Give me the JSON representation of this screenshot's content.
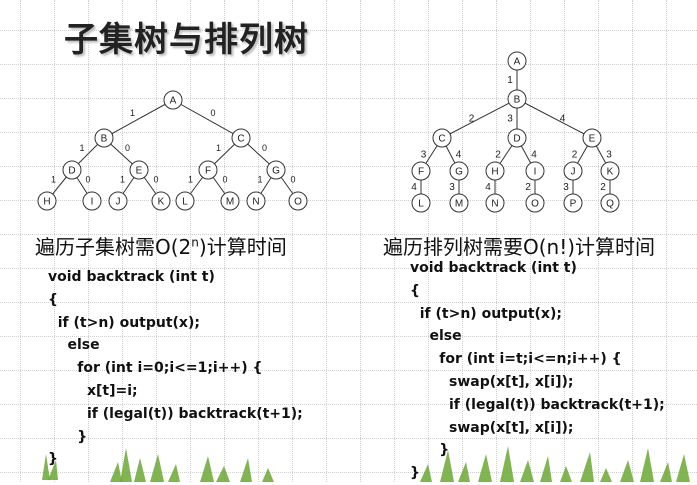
{
  "title": "子集树与排列树",
  "subset": {
    "caption_prefix": "遍历子集树需O(2",
    "caption_sup": "n",
    "caption_suffix": ")计算时间",
    "code": [
      "void backtrack (int t)",
      "{",
      "  if (t>n) output(x);",
      "    else",
      "      for (int i=0;i<=1;i++) {",
      "        x[t]=i;",
      "        if (legal(t)) backtrack(t+1);",
      "      }",
      "}"
    ],
    "tree": {
      "nodes": [
        "A",
        "B",
        "C",
        "D",
        "E",
        "F",
        "G",
        "H",
        "I",
        "J",
        "K",
        "L",
        "M",
        "N",
        "O"
      ],
      "edge_labels": [
        "1",
        "0",
        "1",
        "0",
        "1",
        "0",
        "1",
        "0",
        "1",
        "0",
        "1",
        "0",
        "1",
        "0"
      ]
    }
  },
  "perm": {
    "caption": "遍历排列树需要O(n!)计算时间",
    "code": [
      "void backtrack (int t)",
      "{",
      "  if (t>n) output(x);",
      "    else",
      "      for (int i=t;i<=n;i++) {",
      "        swap(x[t], x[i]);",
      "        if (legal(t)) backtrack(t+1);",
      "        swap(x[t], x[i]);",
      "      }",
      "}"
    ],
    "tree": {
      "nodes": [
        "A",
        "B",
        "C",
        "D",
        "E",
        "F",
        "G",
        "H",
        "I",
        "J",
        "K",
        "L",
        "M",
        "N",
        "O",
        "P",
        "Q"
      ],
      "edge_labels": [
        "1",
        "2",
        "3",
        "4",
        "3",
        "4",
        "2",
        "4",
        "2",
        "3",
        "4",
        "3",
        "4",
        "2",
        "3",
        "2"
      ]
    }
  }
}
